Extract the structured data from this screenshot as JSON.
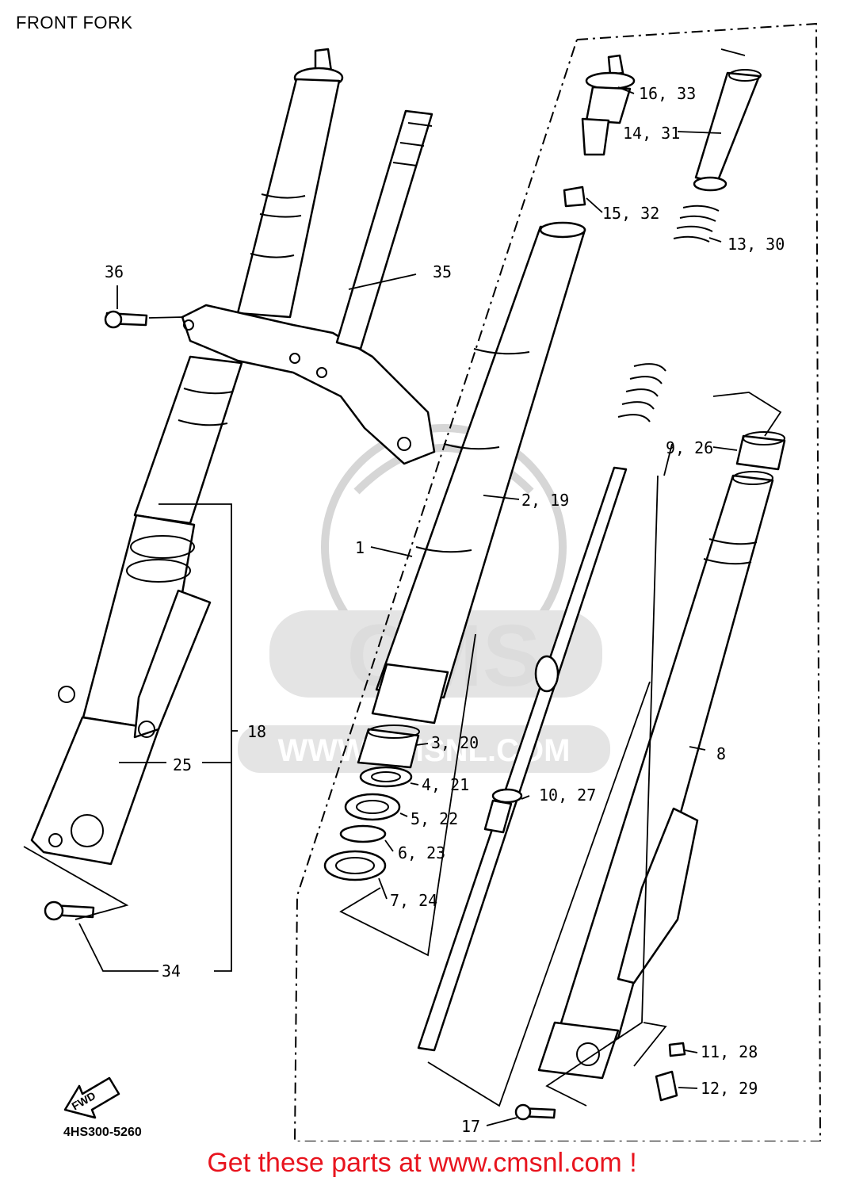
{
  "title": "FRONT FORK",
  "diagram_code": "4HS300-5260",
  "fwd_label": "FWD",
  "watermark": {
    "brand": "CMS",
    "url": "WWW.CMSNL.COM"
  },
  "footer": "Get these parts at www.cmsnl.com !",
  "callouts": [
    {
      "id": "c36",
      "text": "36"
    },
    {
      "id": "c35",
      "text": "35"
    },
    {
      "id": "c16",
      "text": "16, 33"
    },
    {
      "id": "c14",
      "text": "14, 31"
    },
    {
      "id": "c15",
      "text": "15, 32"
    },
    {
      "id": "c13",
      "text": "13, 30"
    },
    {
      "id": "c9",
      "text": "9, 26"
    },
    {
      "id": "c2",
      "text": "2, 19"
    },
    {
      "id": "c1",
      "text": "1"
    },
    {
      "id": "c18",
      "text": "18"
    },
    {
      "id": "c25",
      "text": "25"
    },
    {
      "id": "c3",
      "text": "3, 20"
    },
    {
      "id": "c4",
      "text": "4, 21"
    },
    {
      "id": "c10",
      "text": "10, 27"
    },
    {
      "id": "c8",
      "text": "8"
    },
    {
      "id": "c5",
      "text": "5, 22"
    },
    {
      "id": "c6",
      "text": "6, 23"
    },
    {
      "id": "c7",
      "text": "7, 24"
    },
    {
      "id": "c34",
      "text": "34"
    },
    {
      "id": "c11",
      "text": "11, 28"
    },
    {
      "id": "c12",
      "text": "12, 29"
    },
    {
      "id": "c17",
      "text": "17"
    }
  ]
}
